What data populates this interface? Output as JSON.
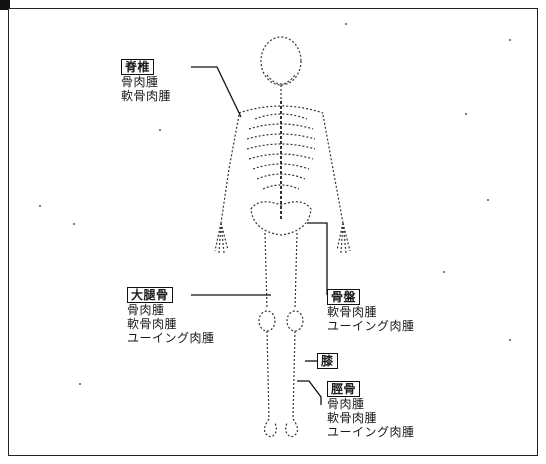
{
  "callouts": {
    "spine": {
      "title": "脊椎",
      "lines": [
        "骨肉腫",
        "軟骨肉腫"
      ]
    },
    "femur": {
      "title": "大腿骨",
      "lines": [
        "骨肉腫",
        "軟骨肉腫",
        "ユーイング肉腫"
      ]
    },
    "pelvis": {
      "title": "骨盤",
      "lines": [
        "軟骨肉腫",
        "ユーイング肉腫"
      ]
    },
    "knee": {
      "title": "膝"
    },
    "tibia": {
      "title": "脛骨",
      "lines": [
        "骨肉腫",
        "軟骨肉腫",
        "ユーイング肉腫"
      ]
    }
  },
  "colors": {
    "ink": "#1a1a1a",
    "frame": "#222222",
    "background": "#ffffff"
  }
}
